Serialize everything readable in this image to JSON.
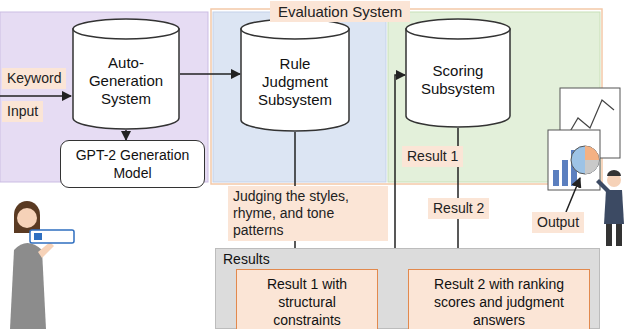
{
  "diagram": {
    "nodes": [
      {
        "text": [
          "Auto-Generation System"
        ]
      },
      {
        "text": [
          "GPT-2 Generation Model"
        ]
      },
      {
        "text": [
          "Rule Judgment Subsystem"
        ]
      },
      {
        "text": [
          "Scoring Subsystem"
        ]
      },
      {
        "text": [
          "Results"
        ]
      },
      {
        "text": [
          "Result 1 with structural constraints"
        ],
        "in": 4
      },
      {
        "text": [
          "Result 2 with ranking scores and judgment answers"
        ],
        "in": 4
      }
    ],
    "edges": [
      {
        "from": 0,
        "to": 1,
        "arrow": "to"
      },
      {
        "from": 0,
        "to": 2,
        "arrow": "to"
      },
      {
        "from": 2,
        "to": 5,
        "arrow": "to",
        "label": "Judging the styles, rhyme, and tone patterns"
      },
      {
        "from": 5,
        "to": 3,
        "arrow": "to",
        "label": "Result 1"
      },
      {
        "from": 3,
        "to": 6,
        "arrow": "to",
        "label": "Result 2"
      }
    ],
    "labels": [
      "Evaluation System",
      "Keyword",
      "Input",
      "Output"
    ]
  }
}
